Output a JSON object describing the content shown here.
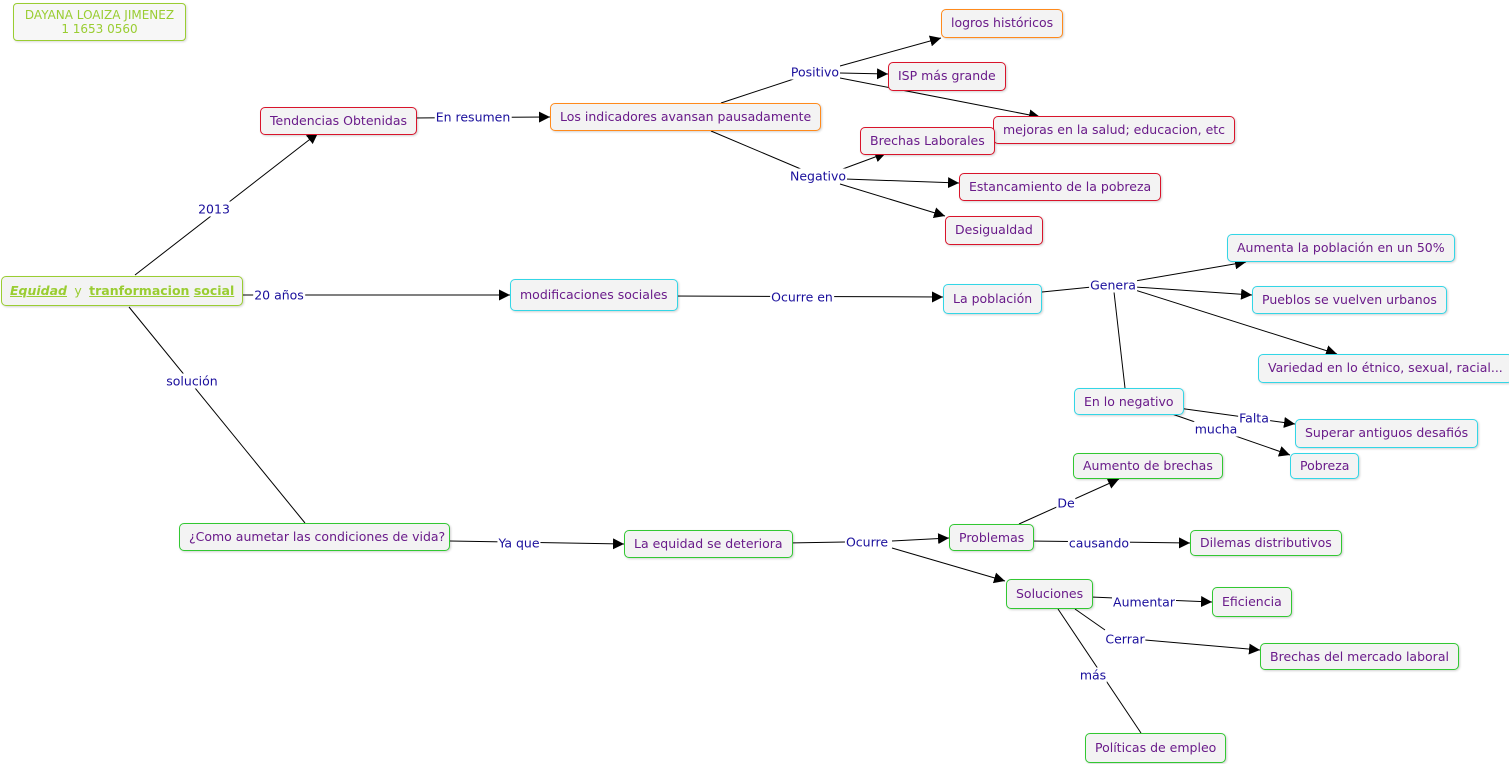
{
  "author": {
    "name": "DAYANA LOAIZA JIMENEZ",
    "id": "1 1653 0560"
  },
  "root": {
    "part1": "Equidad",
    "part2": "y",
    "part3": "tranformacion",
    "part4": "social"
  },
  "nodes": {
    "tendencias": "Tendencias Obtenidas",
    "indicadores": "Los indicadores avansan pausadamente",
    "logros": "logros históricos",
    "isp": "ISP  más grande",
    "mejoras": "mejoras en la salud; educacion, etc",
    "brechas_laborales": "Brechas Laborales",
    "estancamiento": "Estancamiento de la pobreza",
    "desigualdad": "Desigualdad",
    "modificaciones": "modificaciones sociales",
    "poblacion": "La población",
    "aumenta": "Aumenta la población en un 50%",
    "pueblos": "Pueblos se vuelven urbanos",
    "variedad": "Variedad en lo étnico, sexual, racial...",
    "negativo": "En lo negativo",
    "superar": "Superar antiguos desafiós",
    "pobreza": "Pobreza",
    "como": "¿Como aumetar las condiciones de vida?",
    "equidad_det": "La equidad se deteriora",
    "problemas": "Problemas",
    "aumento_brechas": "Aumento de brechas",
    "dilemas": "Dilemas distributivos",
    "soluciones": "Soluciones",
    "eficiencia": "Eficiencia",
    "brechas_mercado": "Brechas del mercado laboral",
    "politicas": "Políticas de empleo"
  },
  "labels": {
    "y2013": "2013",
    "veinte": "20 años",
    "solucion": "solución",
    "en_resumen": "En resumen",
    "positivo": "Positivo",
    "negativo": "Negativo",
    "ocurre_en": "Ocurre en",
    "genera": "Genera",
    "falta": "Falta",
    "mucha": "mucha",
    "ya_que": "Ya que",
    "ocurre": "Ocurre",
    "de": "De",
    "causando": "causando",
    "aumentar": "Aumentar",
    "cerrar": "Cerrar",
    "mas": "más"
  },
  "colors": {
    "line": "#000000",
    "label_text": "#1a0f9c",
    "node_text": "#6a1b8a",
    "red_border": "#d9142b",
    "orange_border": "#ff8a1c",
    "cyan_border": "#33d6e6",
    "green_border": "#32c832",
    "lime": "#9acd32"
  }
}
